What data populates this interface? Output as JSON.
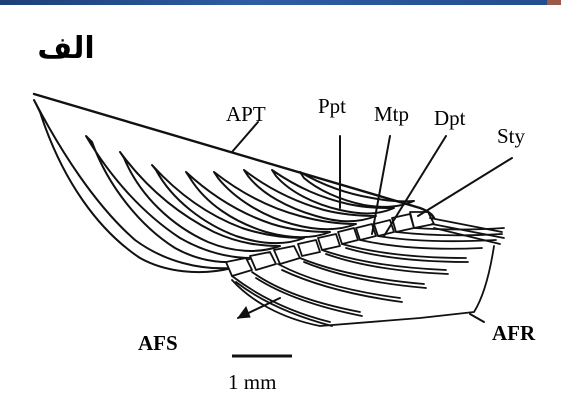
{
  "panel_label": "الف",
  "labels": {
    "apt": "APT",
    "ppt": "Ppt",
    "mtp": "Mtp",
    "dpt": "Dpt",
    "sty": "Sty",
    "afs": "AFS",
    "afr": "AFR"
  },
  "scale_bar": {
    "label": "1 mm"
  },
  "colors": {
    "banner": "#2e5da4",
    "ink": "#111111"
  }
}
